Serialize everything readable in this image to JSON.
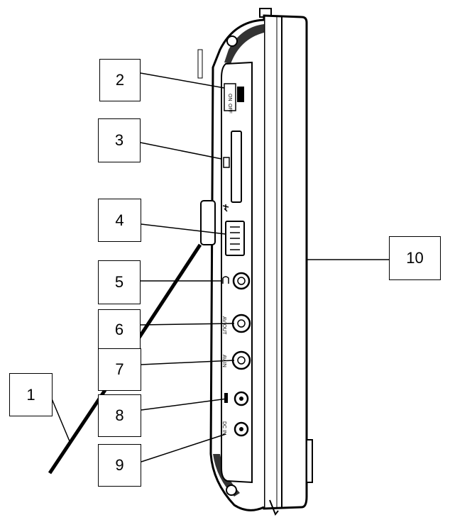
{
  "callouts": {
    "c1": "1",
    "c2": "2",
    "c3": "3",
    "c4": "4",
    "c5": "5",
    "c6": "6",
    "c7": "7",
    "c8": "8",
    "c9": "9",
    "c10": "10"
  },
  "panel_markings": {
    "switch_on": "ON",
    "switch_off": "OFF",
    "av_out": "AV OUT",
    "av_in": "AV IN",
    "dc_in": "DC IN"
  }
}
